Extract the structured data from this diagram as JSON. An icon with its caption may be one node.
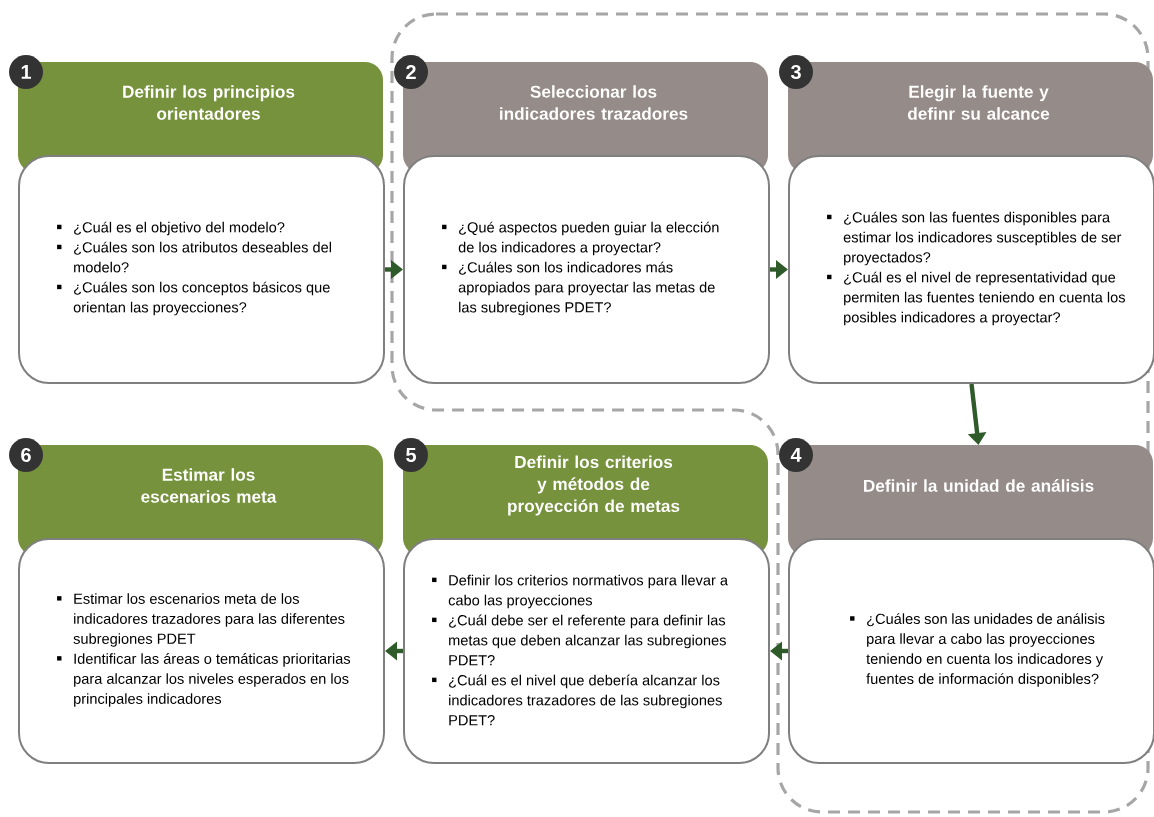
{
  "diagram": {
    "nodes": [
      {
        "text": [
          "1"
        ]
      },
      {
        "text": [
          "Definir los principios orientadores"
        ]
      },
      {
        "text": [
          "¿Cuál es el objetivo del modelo?",
          "¿Cuáles son los atributos deseables del modelo?",
          "¿Cuáles son los conceptos básicos que orientan las proyecciones?"
        ]
      },
      {
        "text": [
          "2"
        ]
      },
      {
        "text": [
          "Seleccionar los indicadores trazadores"
        ]
      },
      {
        "text": [
          "¿Qué aspectos pueden guiar la elección de los indicadores a proyectar?",
          "¿Cuáles son los indicadores más apropiados para proyectar las metas de las subregiones PDET?"
        ]
      },
      {
        "text": [
          "3"
        ]
      },
      {
        "text": [
          "Elegir la fuente y definr su alcance"
        ]
      },
      {
        "text": [
          "¿Cuáles son las fuentes disponibles para estimar los indicadores susceptibles de ser proyectados?",
          "¿Cuál es el nivel de representatividad que permiten las fuentes teniendo en cuenta los posibles indicadores a proyectar?"
        ]
      },
      {
        "text": [
          "4"
        ]
      },
      {
        "text": [
          "Definir la unidad de análisis"
        ]
      },
      {
        "text": [
          "¿Cuáles son las unidades de análisis para llevar a cabo las proyecciones teniendo en cuenta los indicadores y fuentes de información disponibles?"
        ]
      },
      {
        "text": [
          "5"
        ]
      },
      {
        "text": [
          "Definir los criterios y métodos de proyección de metas"
        ]
      },
      {
        "text": [
          "Definir los criterios normativos para llevar a cabo las proyecciones",
          "¿Cuál debe ser el referente para definir las metas que deben alcanzar las subregiones PDET?",
          "¿Cuál es el nivel que debería alcanzar los indicadores trazadores de las subregiones PDET?"
        ]
      },
      {
        "text": [
          "6"
        ]
      },
      {
        "text": [
          "Estimar los escenarios meta"
        ]
      },
      {
        "text": [
          "Estimar los escenarios meta de los indicadores trazadores para las diferentes subregiones PDET",
          "Identificar las áreas o temáticas prioritarias para alcanzar los niveles esperados en los principales indicadores"
        ]
      }
    ],
    "edges": [
      {
        "from": 2,
        "to": 5,
        "arrow": "to"
      },
      {
        "from": 5,
        "to": 8,
        "arrow": "to"
      },
      {
        "from": 8,
        "to": 10,
        "arrow": "to"
      },
      {
        "from": 11,
        "to": 14,
        "arrow": "to"
      },
      {
        "from": 14,
        "to": 17,
        "arrow": "to"
      }
    ]
  }
}
